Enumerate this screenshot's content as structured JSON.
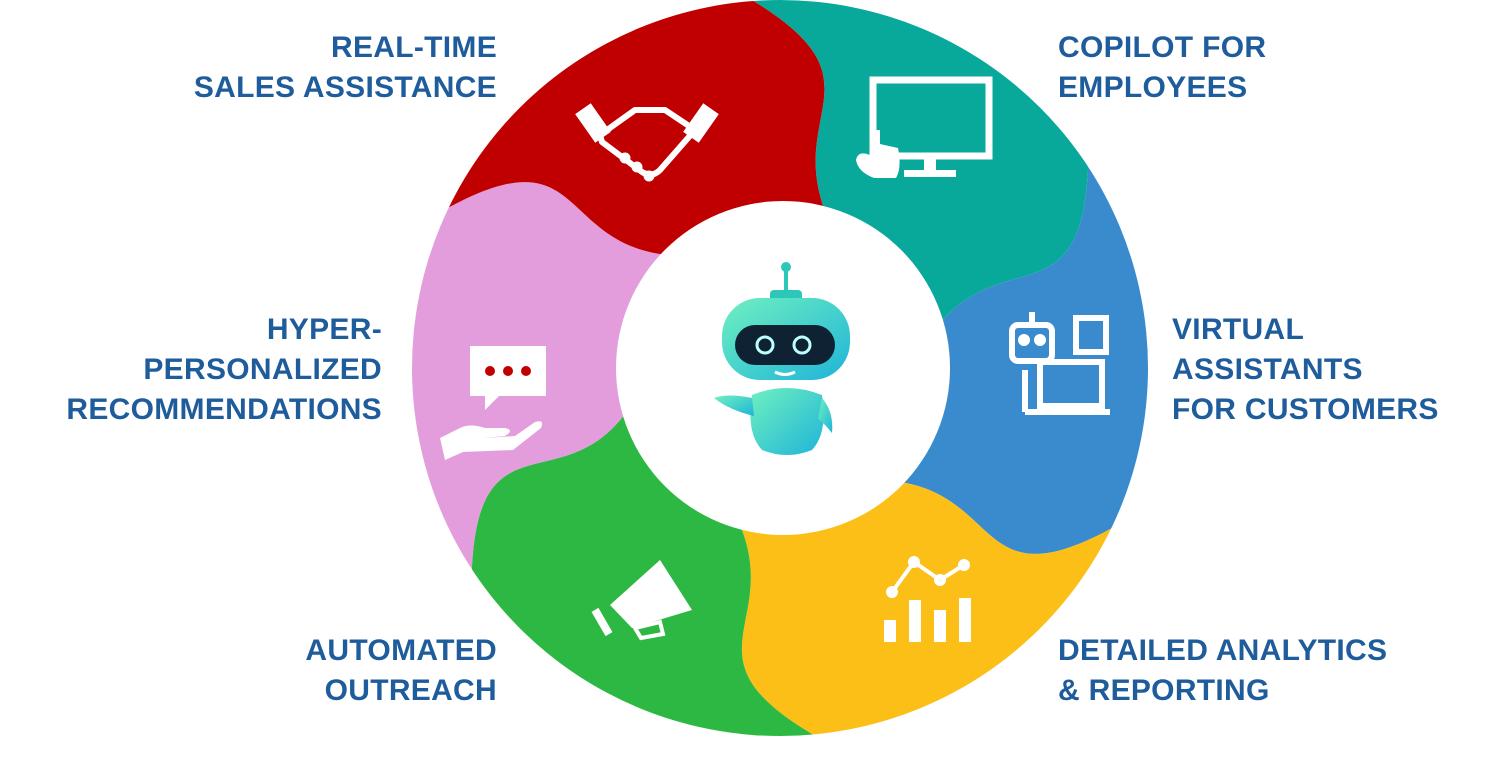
{
  "segments": [
    {
      "id": "sales",
      "color": "#08a89a",
      "icon": "handshake-icon",
      "lines": [
        "REAL-TIME",
        "SALES ASSISTANCE"
      ]
    },
    {
      "id": "copilot",
      "color": "#3a8bcd",
      "icon": "touchscreen-monitor-icon",
      "lines": [
        "COPILOT FOR",
        "EMPLOYEES"
      ]
    },
    {
      "id": "virtual",
      "color": "#fbbf17",
      "icon": "robot-laptop-icon",
      "lines": [
        "VIRTUAL",
        "ASSISTANTS",
        "FOR CUSTOMERS"
      ]
    },
    {
      "id": "analytics",
      "color": "#2db843",
      "icon": "analytics-chart-icon",
      "lines": [
        "DETAILED ANALYTICS",
        "& REPORTING"
      ]
    },
    {
      "id": "outreach",
      "color": "#e39ddd",
      "icon": "megaphone-icon",
      "lines": [
        "AUTOMATED",
        "OUTREACH"
      ]
    },
    {
      "id": "recommend",
      "color": "#c00000",
      "icon": "hand-chat-icon",
      "lines": [
        "HYPER-",
        "PERSONALIZED",
        "RECOMMENDATIONS"
      ]
    }
  ],
  "center": {
    "icon": "robot-icon"
  }
}
